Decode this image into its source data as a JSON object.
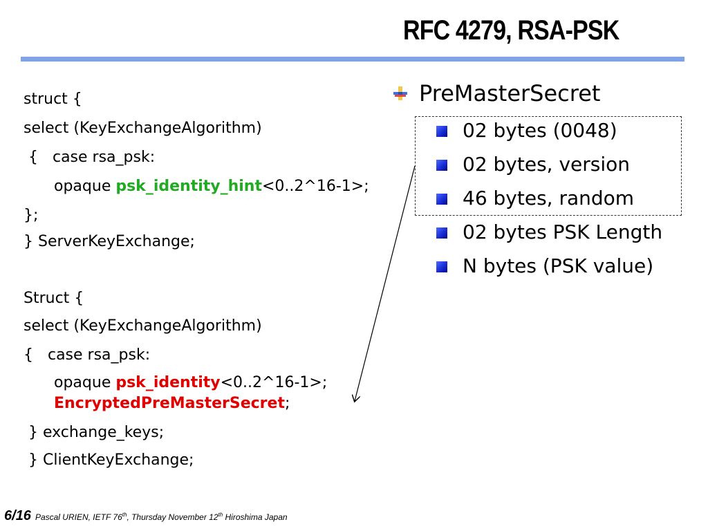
{
  "title": "RFC 4279,  RSA-PSK",
  "code": {
    "l1": "struct {",
    "l2": "select (KeyExchangeAlgorithm)",
    "l3": " {   case rsa_psk:",
    "l4_pre": "opaque ",
    "l4_hl": "psk_identity_hint",
    "l4_post": "<0..2^16-1>;",
    "l5": "};",
    "l6": "} ServerKeyExchange;",
    "l7": "Struct {",
    "l8": "select (KeyExchangeAlgorithm)",
    "l9": "{   case rsa_psk:",
    "l10_pre": "opaque ",
    "l10_hl": "psk_identity",
    "l10_post": "<0..2^16-1>;",
    "l11_hl": "EncryptedPreMasterSecret",
    "l11_post": ";",
    "l12": " } exchange_keys;",
    "l13": " } ClientKeyExchange;"
  },
  "premaster": {
    "heading": "PreMasterSecret",
    "items": [
      "02 bytes (0048)",
      "02 bytes, version",
      "46 bytes, random",
      "02 bytes PSK Length",
      "N bytes (PSK value)"
    ]
  },
  "footer": {
    "page": "6",
    "sep": "/",
    "total": "16",
    "text_a": "Pascal URIEN, IETF 76",
    "sup_a": "th",
    "text_b": ", Thursday November  12",
    "sup_b": "th",
    "text_c": " Hiroshima Japan"
  },
  "colors": {
    "rule": "#7ea3e8",
    "highlight_green": "#22aa22",
    "highlight_red": "#e00000",
    "bullet": "#1a2bd6"
  }
}
